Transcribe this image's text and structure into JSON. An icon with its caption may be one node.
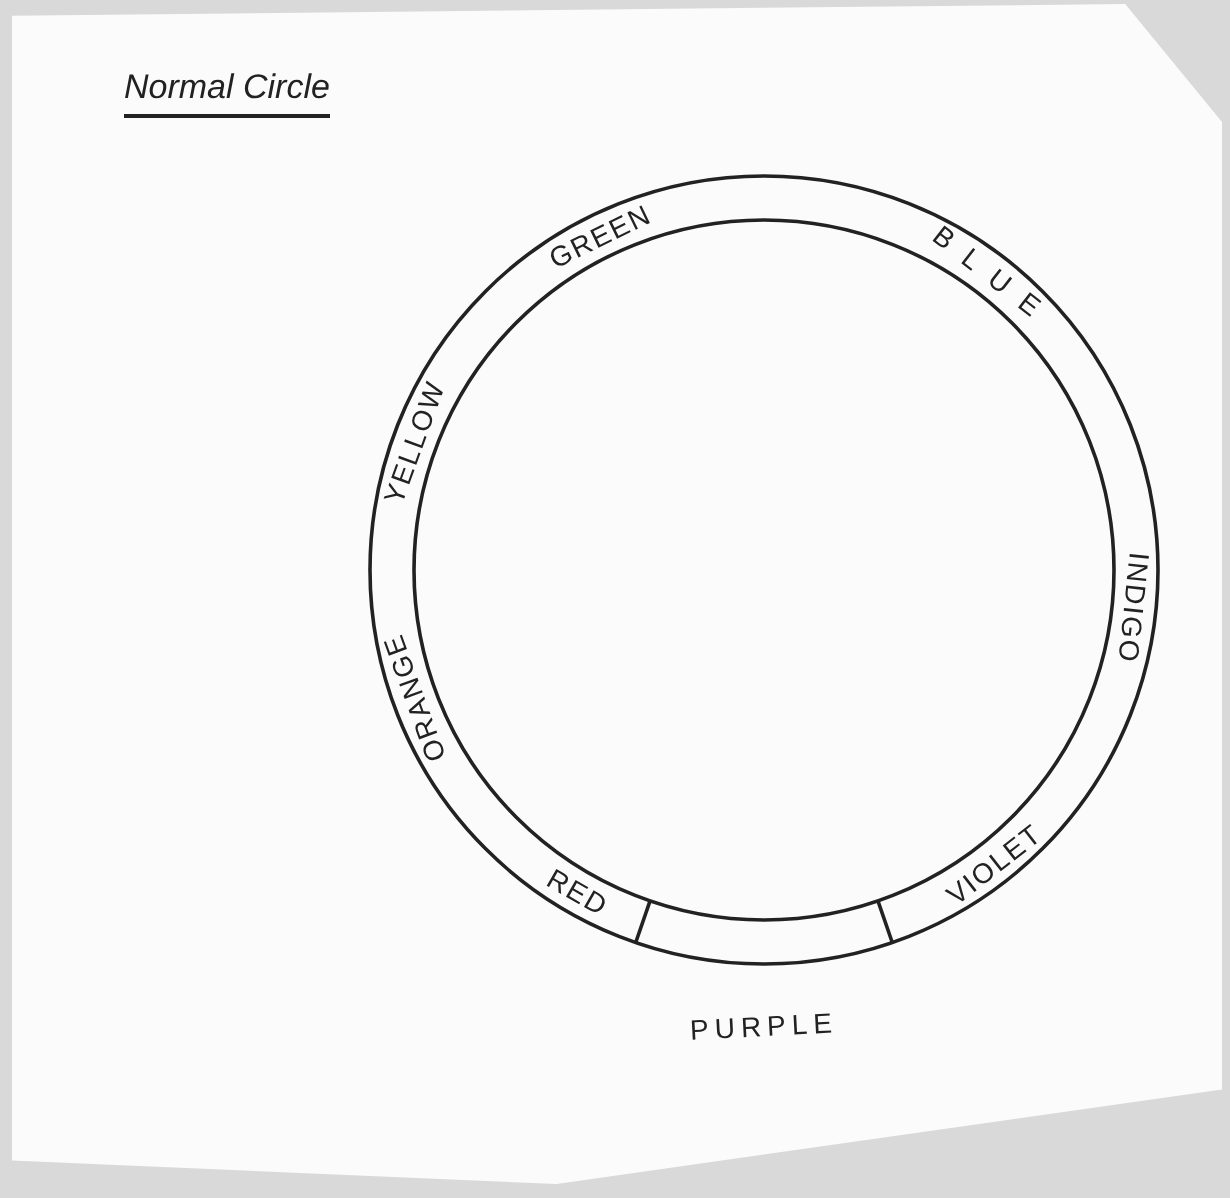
{
  "diagram": {
    "title": "Normal Circle",
    "labels": [
      "GREEN",
      "BLUE",
      "INDIGO",
      "VIOLET",
      "PURPLE",
      "RED",
      "ORANGE",
      "YELLOW"
    ]
  }
}
